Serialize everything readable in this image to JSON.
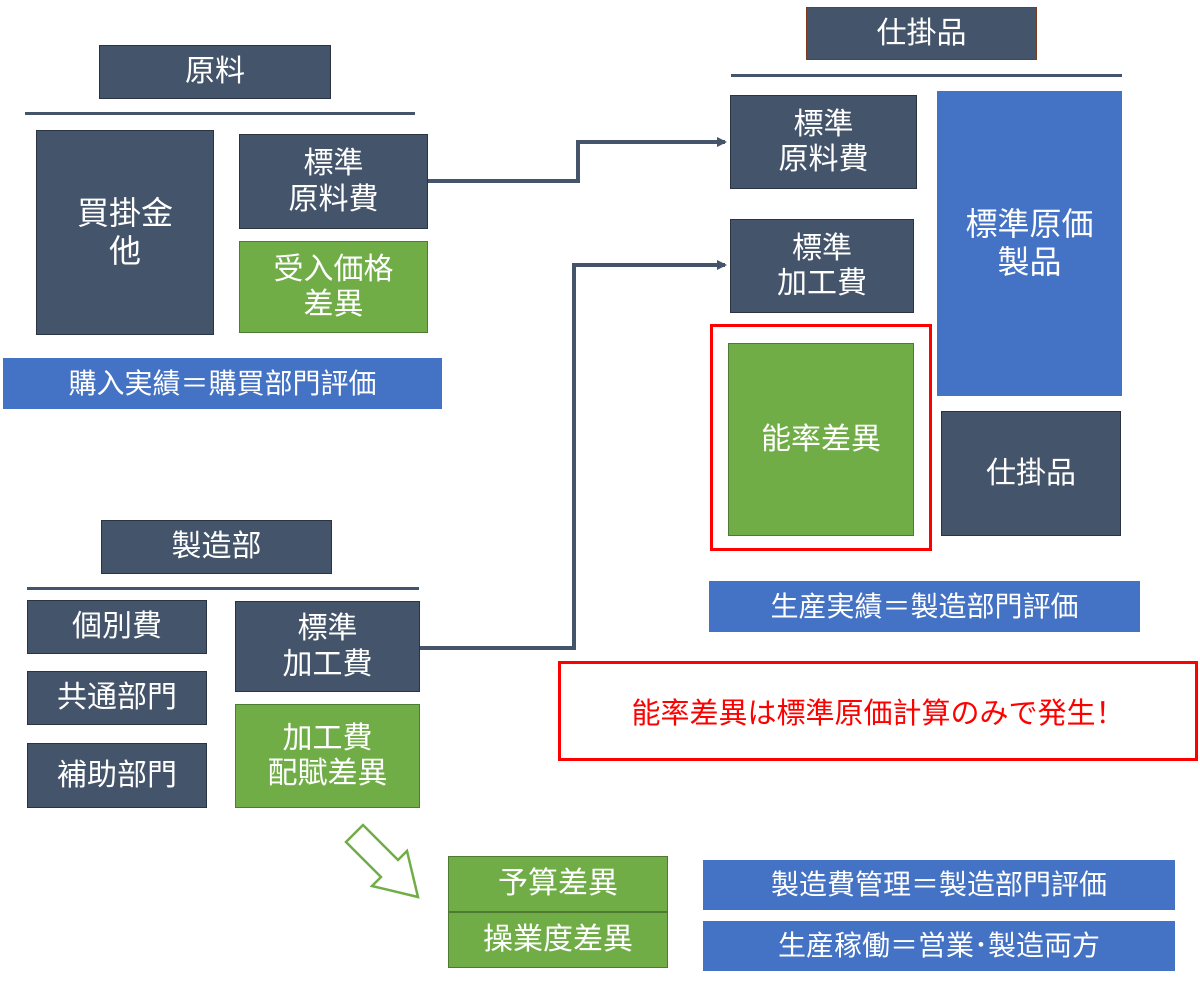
{
  "colors": {
    "navy": "#44546A",
    "green": "#70AD47",
    "blue": "#4472C4",
    "red": "#FF0000"
  },
  "raw_materials": {
    "header": "原料",
    "payables_box": [
      "買掛金",
      "他"
    ],
    "standard_material_cost": [
      "標準",
      "原料費"
    ],
    "purchase_price_variance": [
      "受入価格",
      "差異"
    ],
    "banner": "購入実績＝購買部門評価"
  },
  "manufacturing": {
    "header": "製造部",
    "individual_cost": "個別費",
    "common_dept": "共通部門",
    "auxiliary_dept": "補助部門",
    "standard_processing_cost": [
      "標準",
      "加工費"
    ],
    "processing_variance": [
      "加工費",
      "配賦差異"
    ],
    "budget_variance": "予算差異",
    "operating_level_variance": "操業度差異"
  },
  "wip": {
    "header": "仕掛品",
    "standard_material_cost": [
      "標準",
      "原料費"
    ],
    "standard_processing_cost": [
      "標準",
      "加工費"
    ],
    "standard_cost_product": [
      "標準原価",
      "製品"
    ],
    "efficiency_variance": "能率差異",
    "wip_box": "仕掛品",
    "banner": "生産実績＝製造部門評価"
  },
  "notes": {
    "callout": "能率差異は標準原価計算のみで発生！",
    "cost_control": "製造費管理＝製造部門評価",
    "production_operation": "生産稼働＝営業･製造両方"
  }
}
